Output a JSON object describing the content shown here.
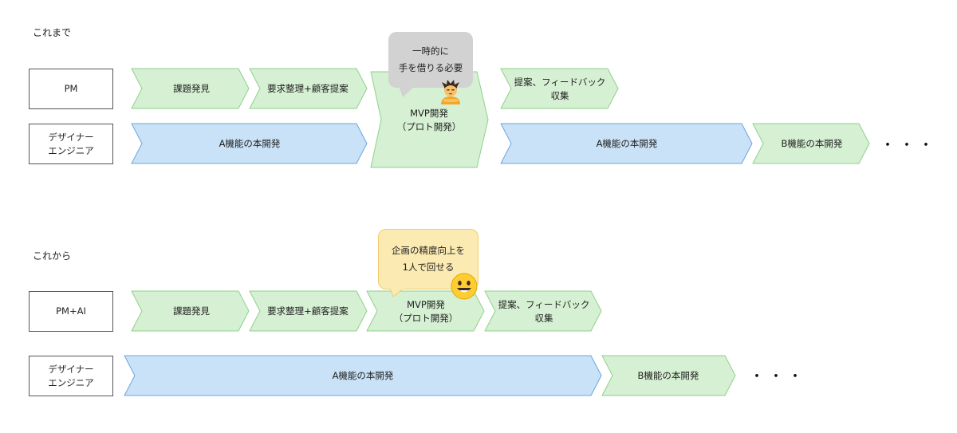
{
  "colors": {
    "green_fill": "#d6f0d3",
    "green_stroke": "#8fd18a",
    "blue_fill": "#c9e2f7",
    "blue_stroke": "#6aa6e0",
    "bubble_gray": "#d2d2d2",
    "bubble_yellow": "#fbeab2",
    "bubble_yellow_stroke": "#f2cc6a"
  },
  "before": {
    "section_label": "これまで",
    "pm_label": "PM",
    "dev_label": "デザイナー\nエンジニア",
    "arrows": {
      "issue_discovery": "課題発見",
      "requirements": "要求整理+顧客提案",
      "mvp_line1": "MVP開発",
      "mvp_line2": "（プロト開発）",
      "feedback_line1": "提案、フィードバック",
      "feedback_line2": "収集",
      "feature_a_1": "A機能の本開発",
      "feature_a_2": "A機能の本開発",
      "feature_b": "B機能の本開発"
    },
    "bubble": "一時的に\n手を借りる必要",
    "bubble_icon": "person-pouting-icon",
    "ellipsis": "・・・"
  },
  "after": {
    "section_label": "これから",
    "pm_label": "PM+AI",
    "dev_label": "デザイナー\nエンジニア",
    "arrows": {
      "issue_discovery": "課題発見",
      "requirements": "要求整理+顧客提案",
      "mvp_line1": "MVP開発",
      "mvp_line2": "（プロト開発）",
      "feedback_line1": "提案、フィードバック",
      "feedback_line2": "収集",
      "feature_a": "A機能の本開発",
      "feature_b": "B機能の本開発"
    },
    "bubble": "企画の精度向上を\n1人で回せる",
    "bubble_icon": "smiling-face-icon",
    "ellipsis": "・・・"
  }
}
